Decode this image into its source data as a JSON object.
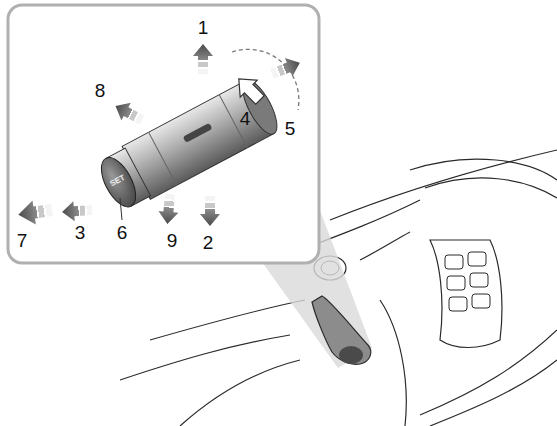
{
  "diagram": {
    "labels": [
      "1",
      "8",
      "4",
      "5",
      "7",
      "3",
      "6",
      "9",
      "2",
      "SET"
    ]
  }
}
